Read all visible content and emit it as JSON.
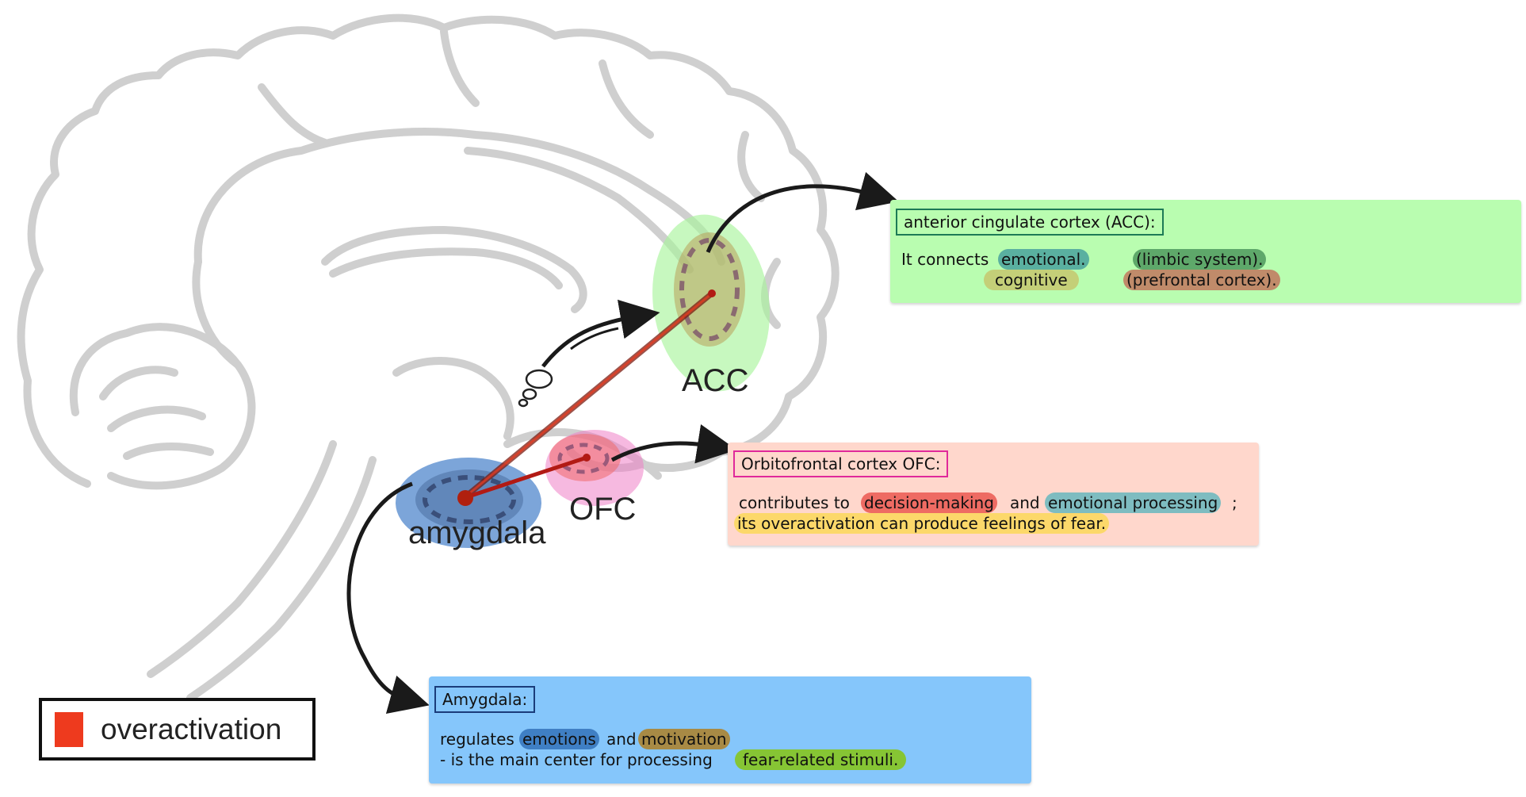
{
  "colors": {
    "brain_outline": "#cfcfcf",
    "acc_region": "#a9f59c",
    "ofc_region": "#ef7fc6",
    "amygdala_region": "#5b8fd0",
    "overactivation": "#ee3a1e",
    "acc_box_bg": "#b9fdb0",
    "ofc_box_bg": "#ffd7cc",
    "amygdala_box_bg": "#85c6fb"
  },
  "diagram": {
    "labels": {
      "acc": "ACC",
      "ofc": "OFC",
      "amygdala": "amygdala"
    }
  },
  "legend": {
    "label": "overactivation"
  },
  "acc_box": {
    "title": "anterior cingulate cortex (ACC):",
    "prefix": "It connects",
    "emotional": "emotional.",
    "limbic": "(limbic system).",
    "cognitive": "cognitive",
    "prefrontal": "(prefrontal cortex)."
  },
  "ofc_box": {
    "title": "Orbitofrontal cortex OFC:",
    "line1_prefix": "contributes to",
    "decision": "decision-making",
    "and": "and",
    "emotional": "emotional processing",
    "semicolon": ";",
    "line2": "its overactivation can produce feelings of fear."
  },
  "amygdala_box": {
    "title": "Amygdala:",
    "line1_prefix": "regulates",
    "emotions": "emotions",
    "and": "and",
    "motivation": "motivation",
    "line2_prefix": "-  is the main center for processing",
    "fear": "fear-related stimuli."
  }
}
